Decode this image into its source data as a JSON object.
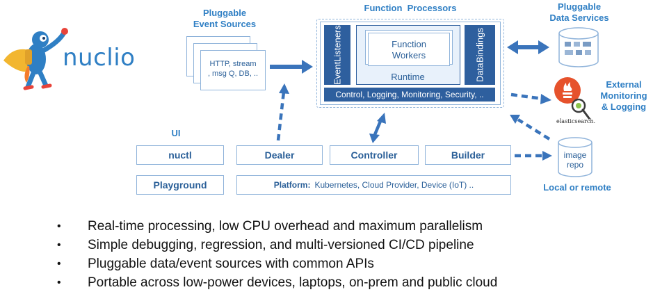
{
  "logo": {
    "text": "nuclio"
  },
  "event_sources": {
    "title_line1": "Pluggable",
    "title_line2": "Event Sources",
    "card_line1": "HTTP, stream",
    "card_line2": ", msg Q, DB, .."
  },
  "processors": {
    "title": "Function  Processors",
    "listeners_line1": "Event",
    "listeners_line2": "Listeners",
    "workers_line1": "Function",
    "workers_line2": "Workers",
    "runtime": "Runtime",
    "bindings_line1": "Data",
    "bindings_line2": "Bindings",
    "control_bar": "Control, Logging, Monitoring, Security, .."
  },
  "data_services": {
    "title_line1": "Pluggable",
    "title_line2": "Data Services"
  },
  "monitoring": {
    "title_line1": "External",
    "title_line2": "Monitoring",
    "title_line3": "& Logging",
    "elastic_label": "elasticsearch."
  },
  "image_repo": {
    "line1": "image",
    "line2": "repo",
    "caption": "Local or remote"
  },
  "ui_section": {
    "title": "UI",
    "nuctl": "nuctl",
    "playground": "Playground"
  },
  "components": {
    "dealer": "Dealer",
    "controller": "Controller",
    "builder": "Builder",
    "platform_label": "Platform:",
    "platform_text": "Kubernetes, Cloud Provider, Device (IoT) .."
  },
  "bullets": [
    "Real-time processing, low CPU overhead and maximum parallelism",
    "Simple debugging, regression, and multi-versioned CI/CD pipeline",
    "Pluggable data/event sources with common APIs",
    "Portable across low-power devices, laptops, on-prem and public cloud"
  ],
  "colors": {
    "accent": "#2f7fc4",
    "box_border": "#8fb3da",
    "dark_blue": "#2e5f9e",
    "arrow": "#3a74bb",
    "prometheus": "#e6522c"
  },
  "icons": [
    "mascot-icon",
    "database-icon",
    "prometheus-icon",
    "magnifier-icon"
  ]
}
